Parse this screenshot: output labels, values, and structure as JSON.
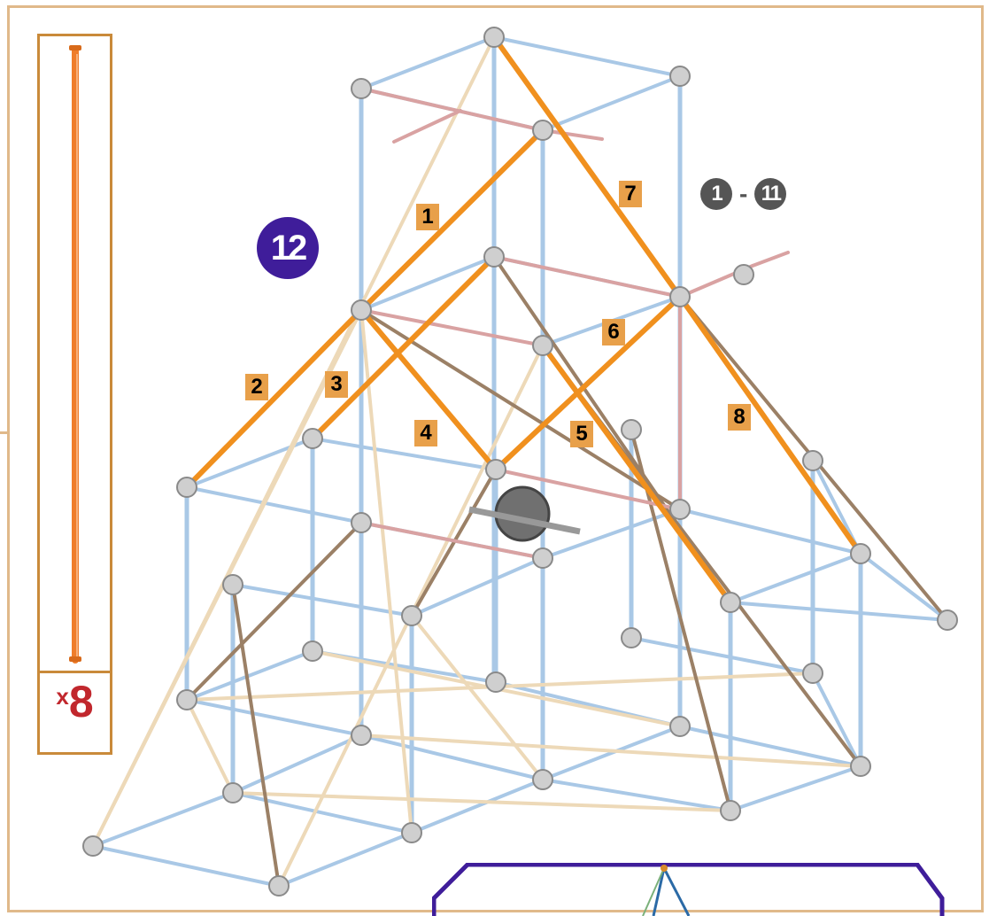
{
  "parts": {
    "count_prefix": "x",
    "count": "8",
    "rod_color": "#ef7d2a"
  },
  "step": {
    "number": "12",
    "range_start": "1",
    "range_sep": "-",
    "range_end": "11"
  },
  "rod_labels": [
    "1",
    "2",
    "3",
    "4",
    "5",
    "6",
    "7",
    "8"
  ],
  "colors": {
    "orange_rod": "#f0901e",
    "blue_rod": "#a9c8e6",
    "tan_rod": "#edd9b8",
    "brown_rod": "#9b8066",
    "pink_rod": "#d9a2a2",
    "step_badge": "#3f1d9a",
    "label_bg": "#e8a04a",
    "frame": "#e0b98a"
  }
}
